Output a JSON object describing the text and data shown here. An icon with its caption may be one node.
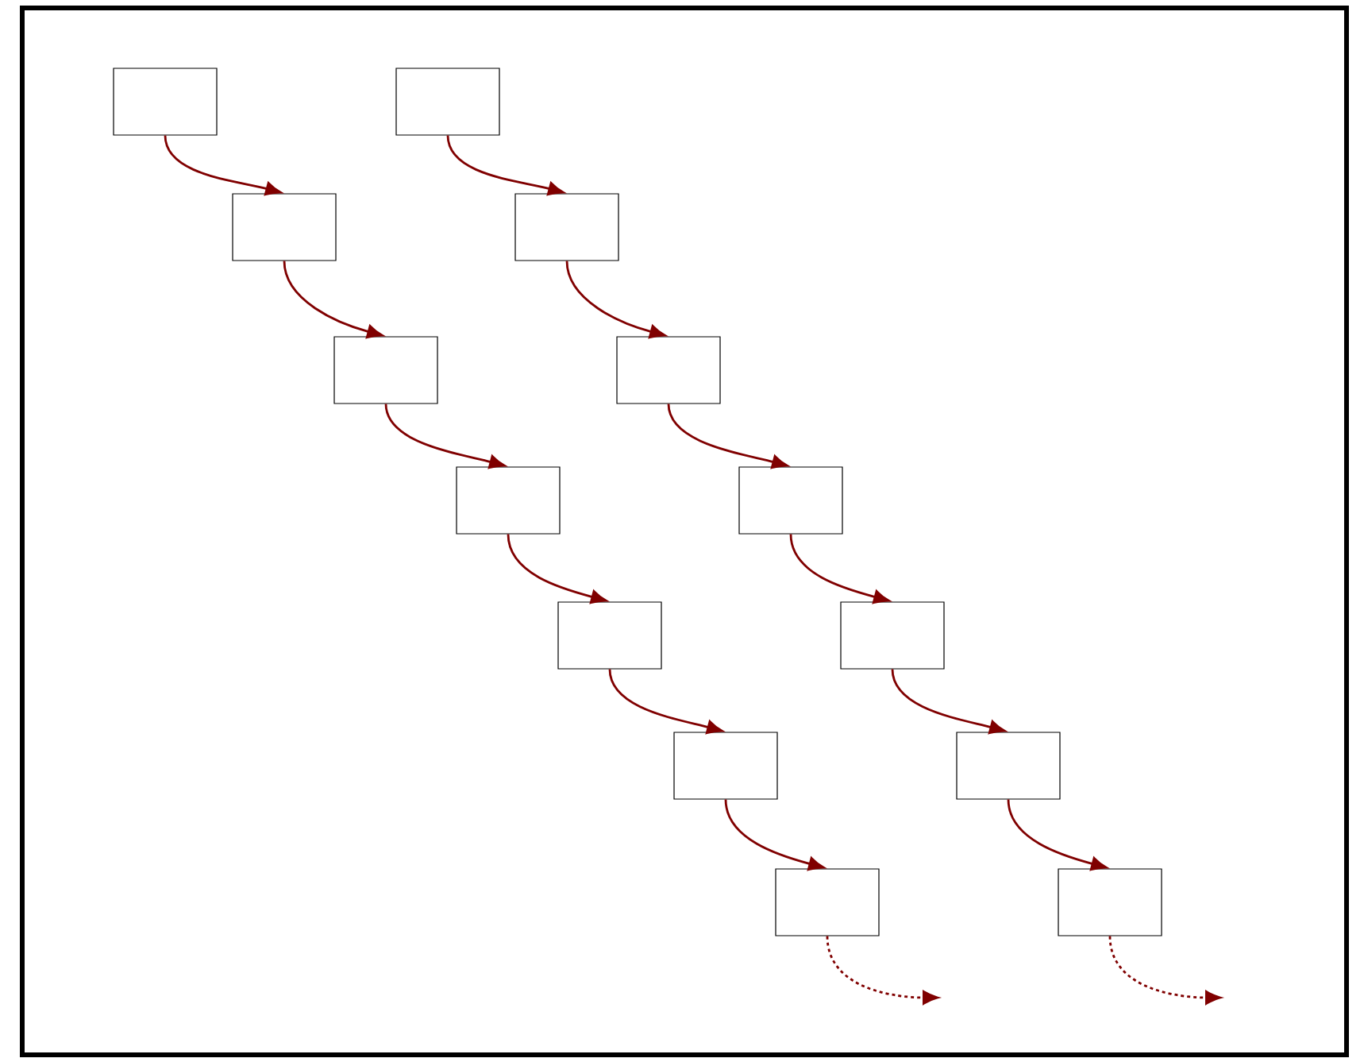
{
  "diagram": {
    "nodes": [
      {
        "text": [],
        "shape": "box"
      },
      {
        "text": [],
        "shape": "box"
      },
      {
        "text": [],
        "shape": "box"
      },
      {
        "text": [],
        "shape": "box"
      },
      {
        "text": [],
        "shape": "box"
      },
      {
        "text": [],
        "shape": "box"
      },
      {
        "text": [],
        "shape": "box"
      },
      {
        "text": [],
        "shape": "box"
      },
      {
        "text": [],
        "shape": "box"
      },
      {
        "text": [],
        "shape": "box"
      },
      {
        "text": [],
        "shape": "box"
      },
      {
        "text": [],
        "shape": "box"
      },
      {
        "text": [],
        "shape": "box"
      },
      {
        "text": [],
        "shape": "box"
      }
    ],
    "edges": [
      {
        "from": 0,
        "to": 1,
        "arrow": "to"
      },
      {
        "from": 1,
        "to": 2,
        "arrow": "to"
      },
      {
        "from": 2,
        "to": 3,
        "arrow": "to"
      },
      {
        "from": 3,
        "to": 4,
        "arrow": "to"
      },
      {
        "from": 4,
        "to": 5,
        "arrow": "to"
      },
      {
        "from": 5,
        "to": 6,
        "arrow": "to"
      },
      {
        "from": 6,
        "to": null,
        "arrow": "to",
        "style": "dashed"
      },
      {
        "from": 7,
        "to": 8,
        "arrow": "to"
      },
      {
        "from": 8,
        "to": 9,
        "arrow": "to"
      },
      {
        "from": 9,
        "to": 10,
        "arrow": "to"
      },
      {
        "from": 10,
        "to": 11,
        "arrow": "to"
      },
      {
        "from": 11,
        "to": 12,
        "arrow": "to"
      },
      {
        "from": 12,
        "to": 13,
        "arrow": "to"
      },
      {
        "from": 13,
        "to": null,
        "arrow": "to",
        "style": "dashed"
      }
    ]
  }
}
